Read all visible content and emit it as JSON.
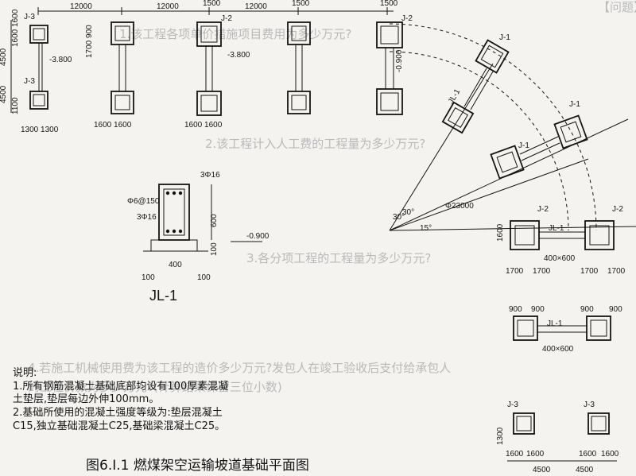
{
  "corner_tag": "【问题】",
  "ghost_text": {
    "q1": "1.该工程各项单价措施项目费用为多少万元?",
    "q2": "2.该工程计入人工费的工程量为多少万元?",
    "q3": "3.各分项工程的工程量为多少万元?",
    "q4": "4.若施工机械使用费为该工程的造价多少万元?发包人在竣工验收后支付给承包人",
    "q5": "的工程价款为多少万元?(计算结果保留三位小数)"
  },
  "dims": {
    "d12000": "12000",
    "d1500": "1500",
    "d4500": "4500",
    "d1600": "1600",
    "d1100": "1100",
    "d1300": "1300",
    "d1700": "1700",
    "d900": "900",
    "d900900": "900900",
    "d1700900": "1700 900",
    "d1600d1600": "1600 1600",
    "d1300d1300": "1300 1300",
    "d1600a": "1600",
    "d1700a": "1700",
    "d900a": "900",
    "d1300a": "1300"
  },
  "labels": {
    "j1": "J-1",
    "j2": "J-2",
    "j3": "J-3",
    "jl1": "JL-1",
    "beam_size": "400×600",
    "elev1": "-3.800",
    "elev2": "-3.800",
    "elev3": "-0.900",
    "radius": "Φ23000",
    "ang30a": "30°",
    "ang30b": "30°",
    "ang15": "15°",
    "d40900": "-0.900"
  },
  "section": {
    "top_bar": "3Φ16",
    "stirrup": "Φ6@150",
    "bot_bar": "3Φ16",
    "height": "600",
    "width": "400",
    "pad": "100",
    "side1": "100",
    "side2": "100",
    "elev": "-0.900",
    "name": "JL-1"
  },
  "notes": {
    "title": "说明:",
    "line1": "1.所有钢筋混凝土基础底部均设有100厚素混凝",
    "line2": "土垫层,垫层每边外伸100mm。",
    "line3": "2.基础所使用的混凝土强度等级为:垫层混凝土",
    "line4": "C15,独立基础混凝土C25,基础梁混凝土C25。"
  },
  "caption": "图6.I.1  燃煤架空运输坡道基础平面图"
}
